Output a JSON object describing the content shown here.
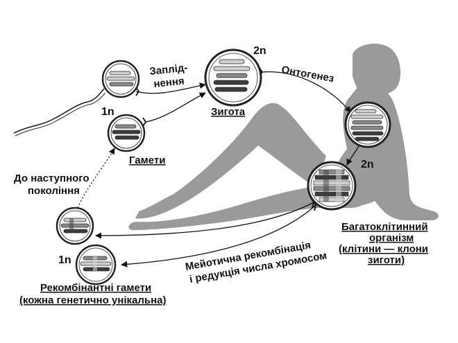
{
  "labels": {
    "fertilization_1": "Заплід-",
    "fertilization_2": "нення",
    "ontogenesis": "Онтогенез",
    "zygote_ploidy": "2n",
    "gamete_ploidy": "1n",
    "zygote": "Зигота",
    "gametes": "Гамети",
    "organism_ploidy": "2n",
    "next_gen_1": "До наступного",
    "next_gen_2": "покоління",
    "recomb_ploidy": "1n",
    "meiosis_1": "Мейотична рекомбінація",
    "meiosis_2": "і редукція числа хромосом",
    "organism_1": "Багатоклітинний",
    "organism_2": "організм",
    "organism_3": "(клітини — клони",
    "organism_4": "зиготи)",
    "recomb_gametes_1": "Рекомбінантні гамети",
    "recomb_gametes_2": "(кожна генетично унікальна)"
  },
  "colors": {
    "silhouette": "#9a9a9a",
    "cell_fill": "#ffffff",
    "cell_stroke": "#222222",
    "chrom_light": "#cfcfcf",
    "chrom_mid": "#8a8a8a",
    "chrom_dark": "#3c3c3c"
  }
}
